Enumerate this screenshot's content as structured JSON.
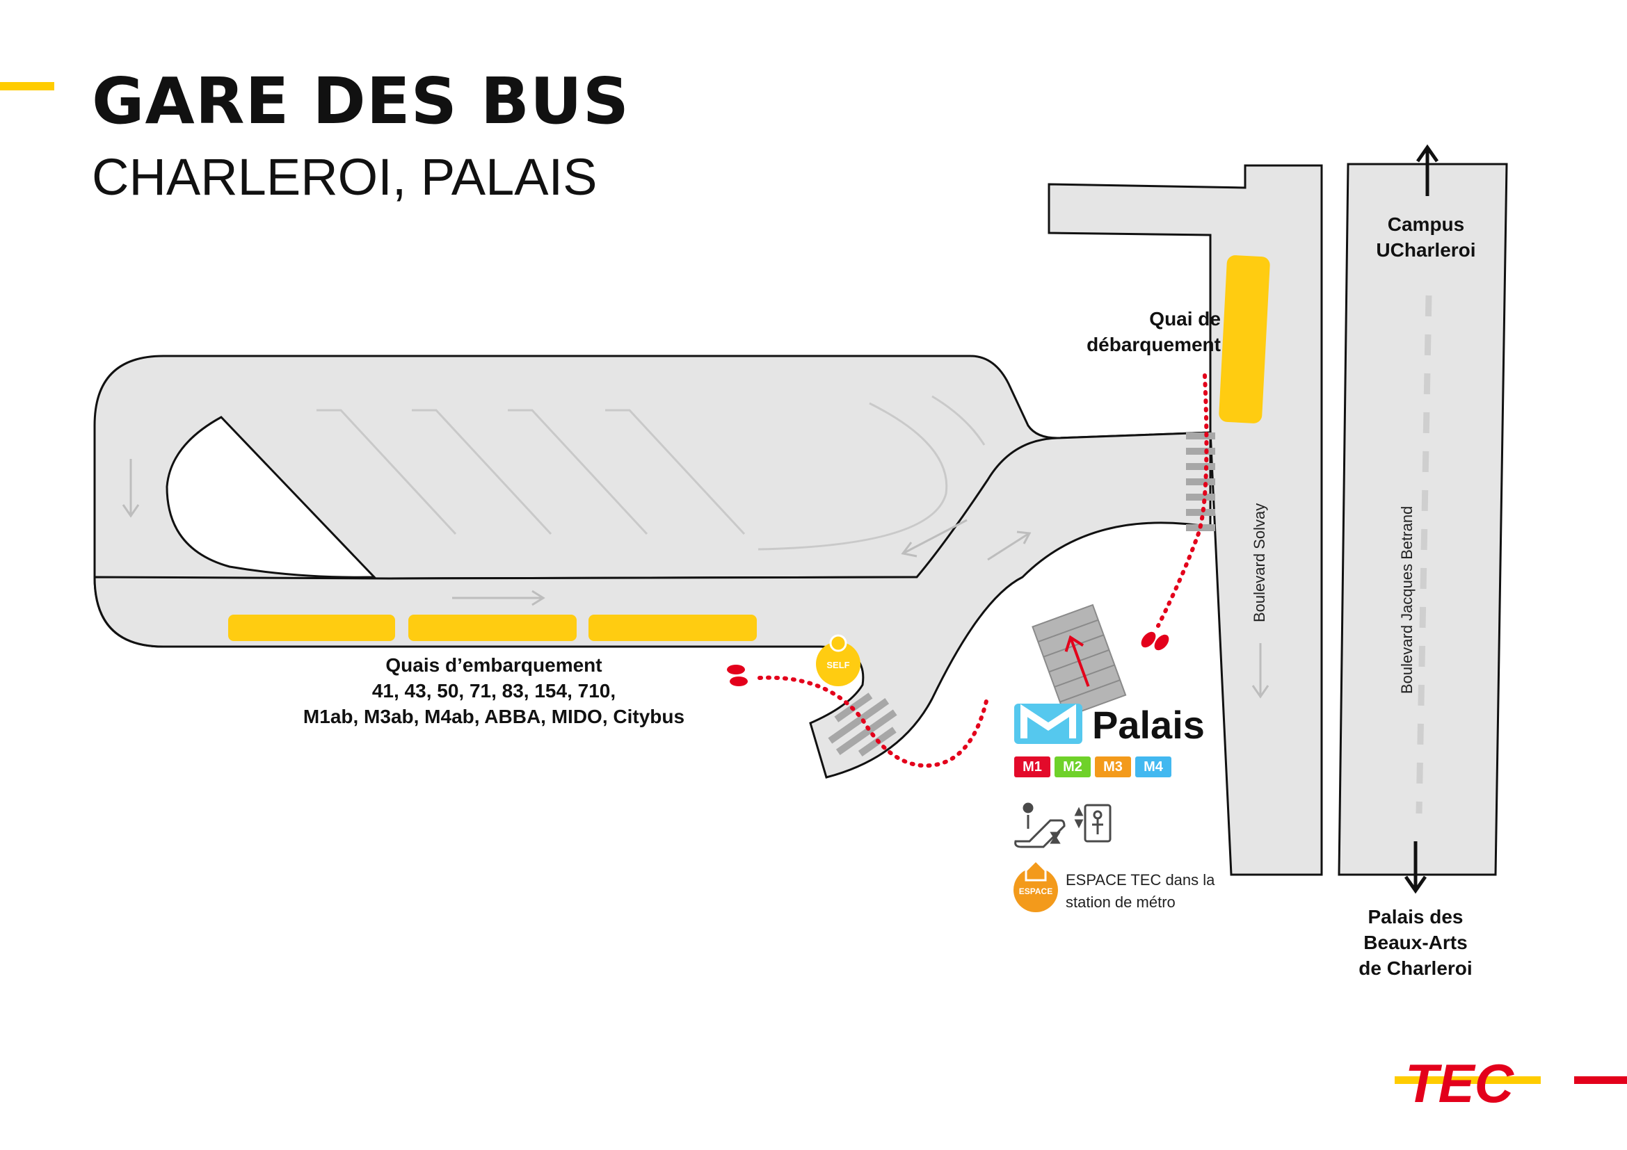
{
  "header": {
    "title": "GARE DES BUS",
    "subtitle": "CHARLEROI, PALAIS"
  },
  "labels": {
    "quai_debarquement": [
      "Quai de",
      "débarquement"
    ],
    "quais_embarquement_title": "Quais d’embarquement",
    "quais_embarquement_lines": [
      "41, 43, 50, 71, 83, 154, 710,",
      "M1ab, M3ab, M4ab, ABBA, MIDO, Citybus"
    ],
    "campus": [
      "Campus",
      "UCharleroi"
    ],
    "palais_beaux_arts": [
      "Palais des",
      "Beaux-Arts",
      "de Charleroi"
    ],
    "boulevard_solvay": "Boulevard Solvay",
    "boulevard_jacques_betrand": "Boulevard Jacques Betrand"
  },
  "metro": {
    "station": "Palais",
    "logo_letter": "M",
    "lines": [
      {
        "label": "M1",
        "color": "#e30a2a"
      },
      {
        "label": "M2",
        "color": "#6fd12a"
      },
      {
        "label": "M3",
        "color": "#f39a1b"
      },
      {
        "label": "M4",
        "color": "#42b8f0"
      }
    ],
    "logo_color": "#55c8ee"
  },
  "amenities": {
    "self_badge": "SELF",
    "espace_badge": "ESPACE",
    "espace_text": "ESPACE TEC dans la station de métro",
    "escalator_icon": "escalator-icon",
    "elevator_icon": "elevator-icon"
  },
  "brand": {
    "logo_text": "TEC",
    "red": "#e3001b",
    "yellow": "#ffcc00"
  },
  "colors": {
    "road": "#e5e5e5",
    "platform": "#ffcc11",
    "walk_path": "#e3001b",
    "self_badge": "#ffcc11",
    "espace_badge": "#f39a1b"
  }
}
